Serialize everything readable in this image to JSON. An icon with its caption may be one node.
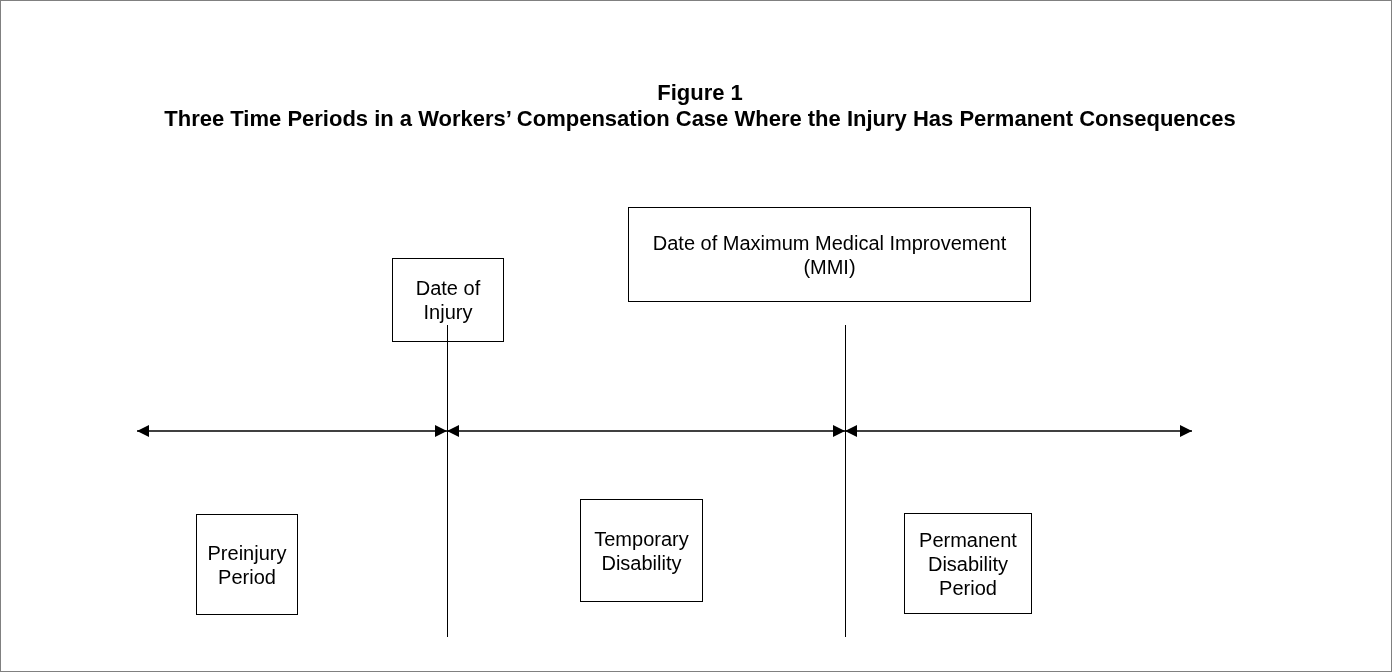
{
  "diagram": {
    "title": "Three Time Periods in a Workers’ Compensation Case Where the Injury Has Permanent Consequences",
    "labels": [
      "Figure 1"
    ],
    "nodes": [
      {
        "text": [
          "Date of Injury"
        ]
      },
      {
        "text": [
          "Date of Maximum Medical Improvement (MMI)"
        ]
      },
      {
        "text": [
          "Preinjury Period"
        ]
      },
      {
        "text": [
          "Temporary Disability"
        ]
      },
      {
        "text": [
          "Permanent Disability Period"
        ]
      },
      {
        "text": [],
        "shape": "bar"
      },
      {
        "text": [],
        "shape": "bar"
      }
    ],
    "edges": [
      {
        "from": null,
        "to": 5,
        "arrow": "both"
      },
      {
        "from": 5,
        "to": 6,
        "arrow": "both"
      },
      {
        "from": 6,
        "to": null,
        "arrow": "both"
      }
    ]
  }
}
